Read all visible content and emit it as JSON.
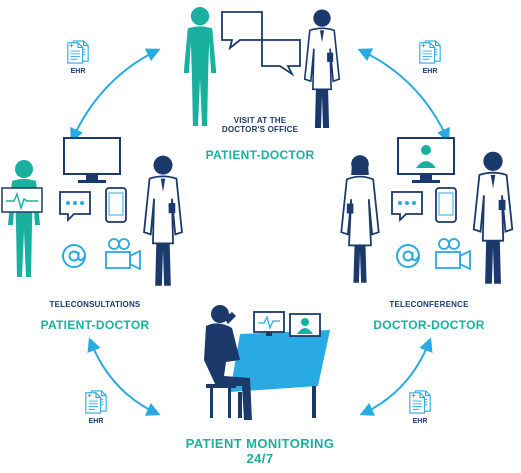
{
  "colors": {
    "teal": "#1ab0a0",
    "navy": "#1b3a6b",
    "arrow": "#29aae2",
    "light_blue": "#29aae2",
    "white": "#ffffff"
  },
  "top": {
    "caption_line1": "VISIT AT THE",
    "caption_line2": "DOCTOR'S OFFICE",
    "heading": "PATIENT-DOCTOR"
  },
  "left": {
    "caption": "TELECONSULTATIONS",
    "heading": "PATIENT-DOCTOR"
  },
  "right": {
    "caption": "TELECONFERENCE",
    "heading": "DOCTOR-DOCTOR"
  },
  "bottom": {
    "heading_line1": "PATIENT MONITORING",
    "heading_line2": "24/7"
  },
  "ehr": {
    "top_left": "EHR",
    "top_right": "EHR",
    "bottom_left": "EHR",
    "bottom_right": "EHR"
  },
  "icons": {
    "person": "person-icon",
    "doctor": "doctor-icon",
    "monitor": "monitor-icon",
    "phone": "phone-icon",
    "chat": "chat-bubble-icon",
    "email": "at-sign-icon",
    "video": "video-camera-icon",
    "document": "document-icon",
    "ecg": "ecg-icon"
  }
}
